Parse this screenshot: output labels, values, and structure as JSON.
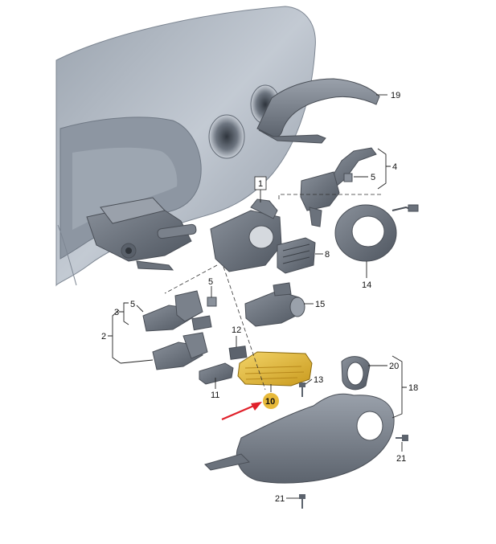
{
  "callouts": {
    "c1": "1",
    "c2": "2",
    "c3": "3",
    "c4": "4",
    "c5a": "5",
    "c5b": "5",
    "c5c": "5",
    "c8": "8",
    "c10": "10",
    "c11": "11",
    "c12": "12",
    "c13": "13",
    "c14": "14",
    "c15": "15",
    "c18": "18",
    "c19": "19",
    "c20": "20",
    "c21a": "21",
    "c21b": "21"
  },
  "colors": {
    "highlight_part": "#e8c040",
    "highlight_badge": "#e7b93a",
    "arrow": "#e0202a",
    "parts": "#6f7782",
    "dashboard": "#aeb6c1"
  }
}
